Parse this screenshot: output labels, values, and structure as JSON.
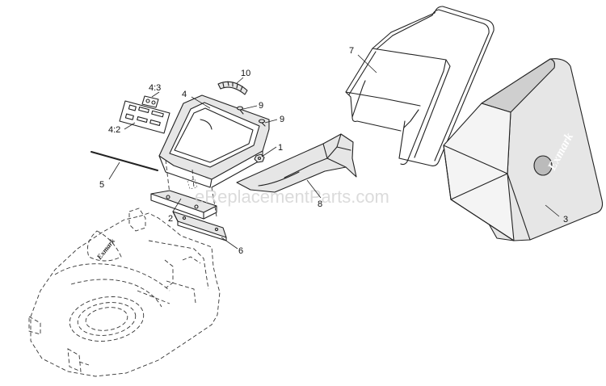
{
  "diagram": {
    "callouts": [
      {
        "id": "7",
        "text": "7"
      },
      {
        "id": "10",
        "text": "10"
      },
      {
        "id": "4-3",
        "text": "4:3"
      },
      {
        "id": "4",
        "text": "4"
      },
      {
        "id": "9a",
        "text": "9"
      },
      {
        "id": "9b",
        "text": "9"
      },
      {
        "id": "4-2",
        "text": "4:2"
      },
      {
        "id": "1",
        "text": "1"
      },
      {
        "id": "5",
        "text": "5"
      },
      {
        "id": "8",
        "text": "8"
      },
      {
        "id": "2",
        "text": "2"
      },
      {
        "id": "3",
        "text": "3"
      },
      {
        "id": "6",
        "text": "6"
      }
    ],
    "watermark": "eReplacementParts.com",
    "brand_bag": "Exmark",
    "brand_deck": "Exmark"
  }
}
